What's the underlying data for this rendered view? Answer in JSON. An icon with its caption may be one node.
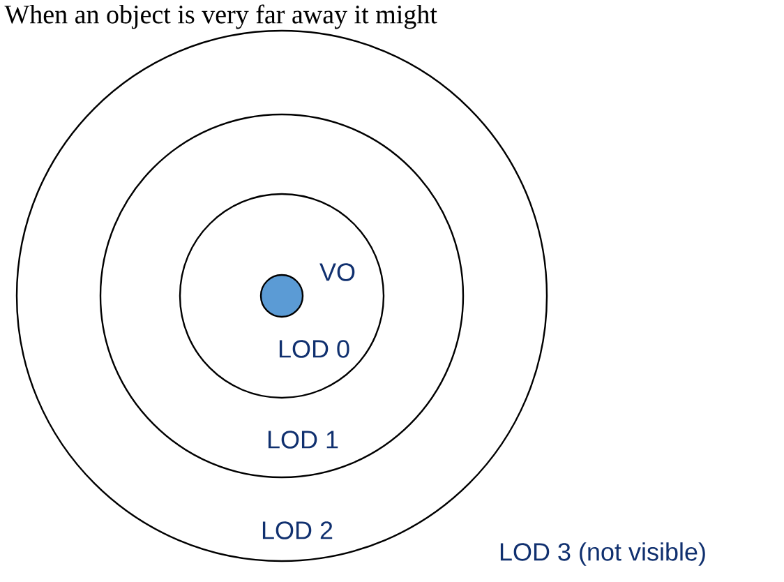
{
  "diagram": {
    "nodes": [
      {
        "text": [
          "LOD 2"
        ]
      },
      {
        "text": [
          "LOD 1"
        ],
        "in": 0
      },
      {
        "text": [
          "LOD 0"
        ],
        "in": 1
      },
      {
        "text": [],
        "shape": "circle",
        "beside": [
          "VO"
        ],
        "in": 2
      }
    ],
    "labels": [
      "When an object is very far away it might",
      "LOD 3 (not visible)"
    ]
  }
}
